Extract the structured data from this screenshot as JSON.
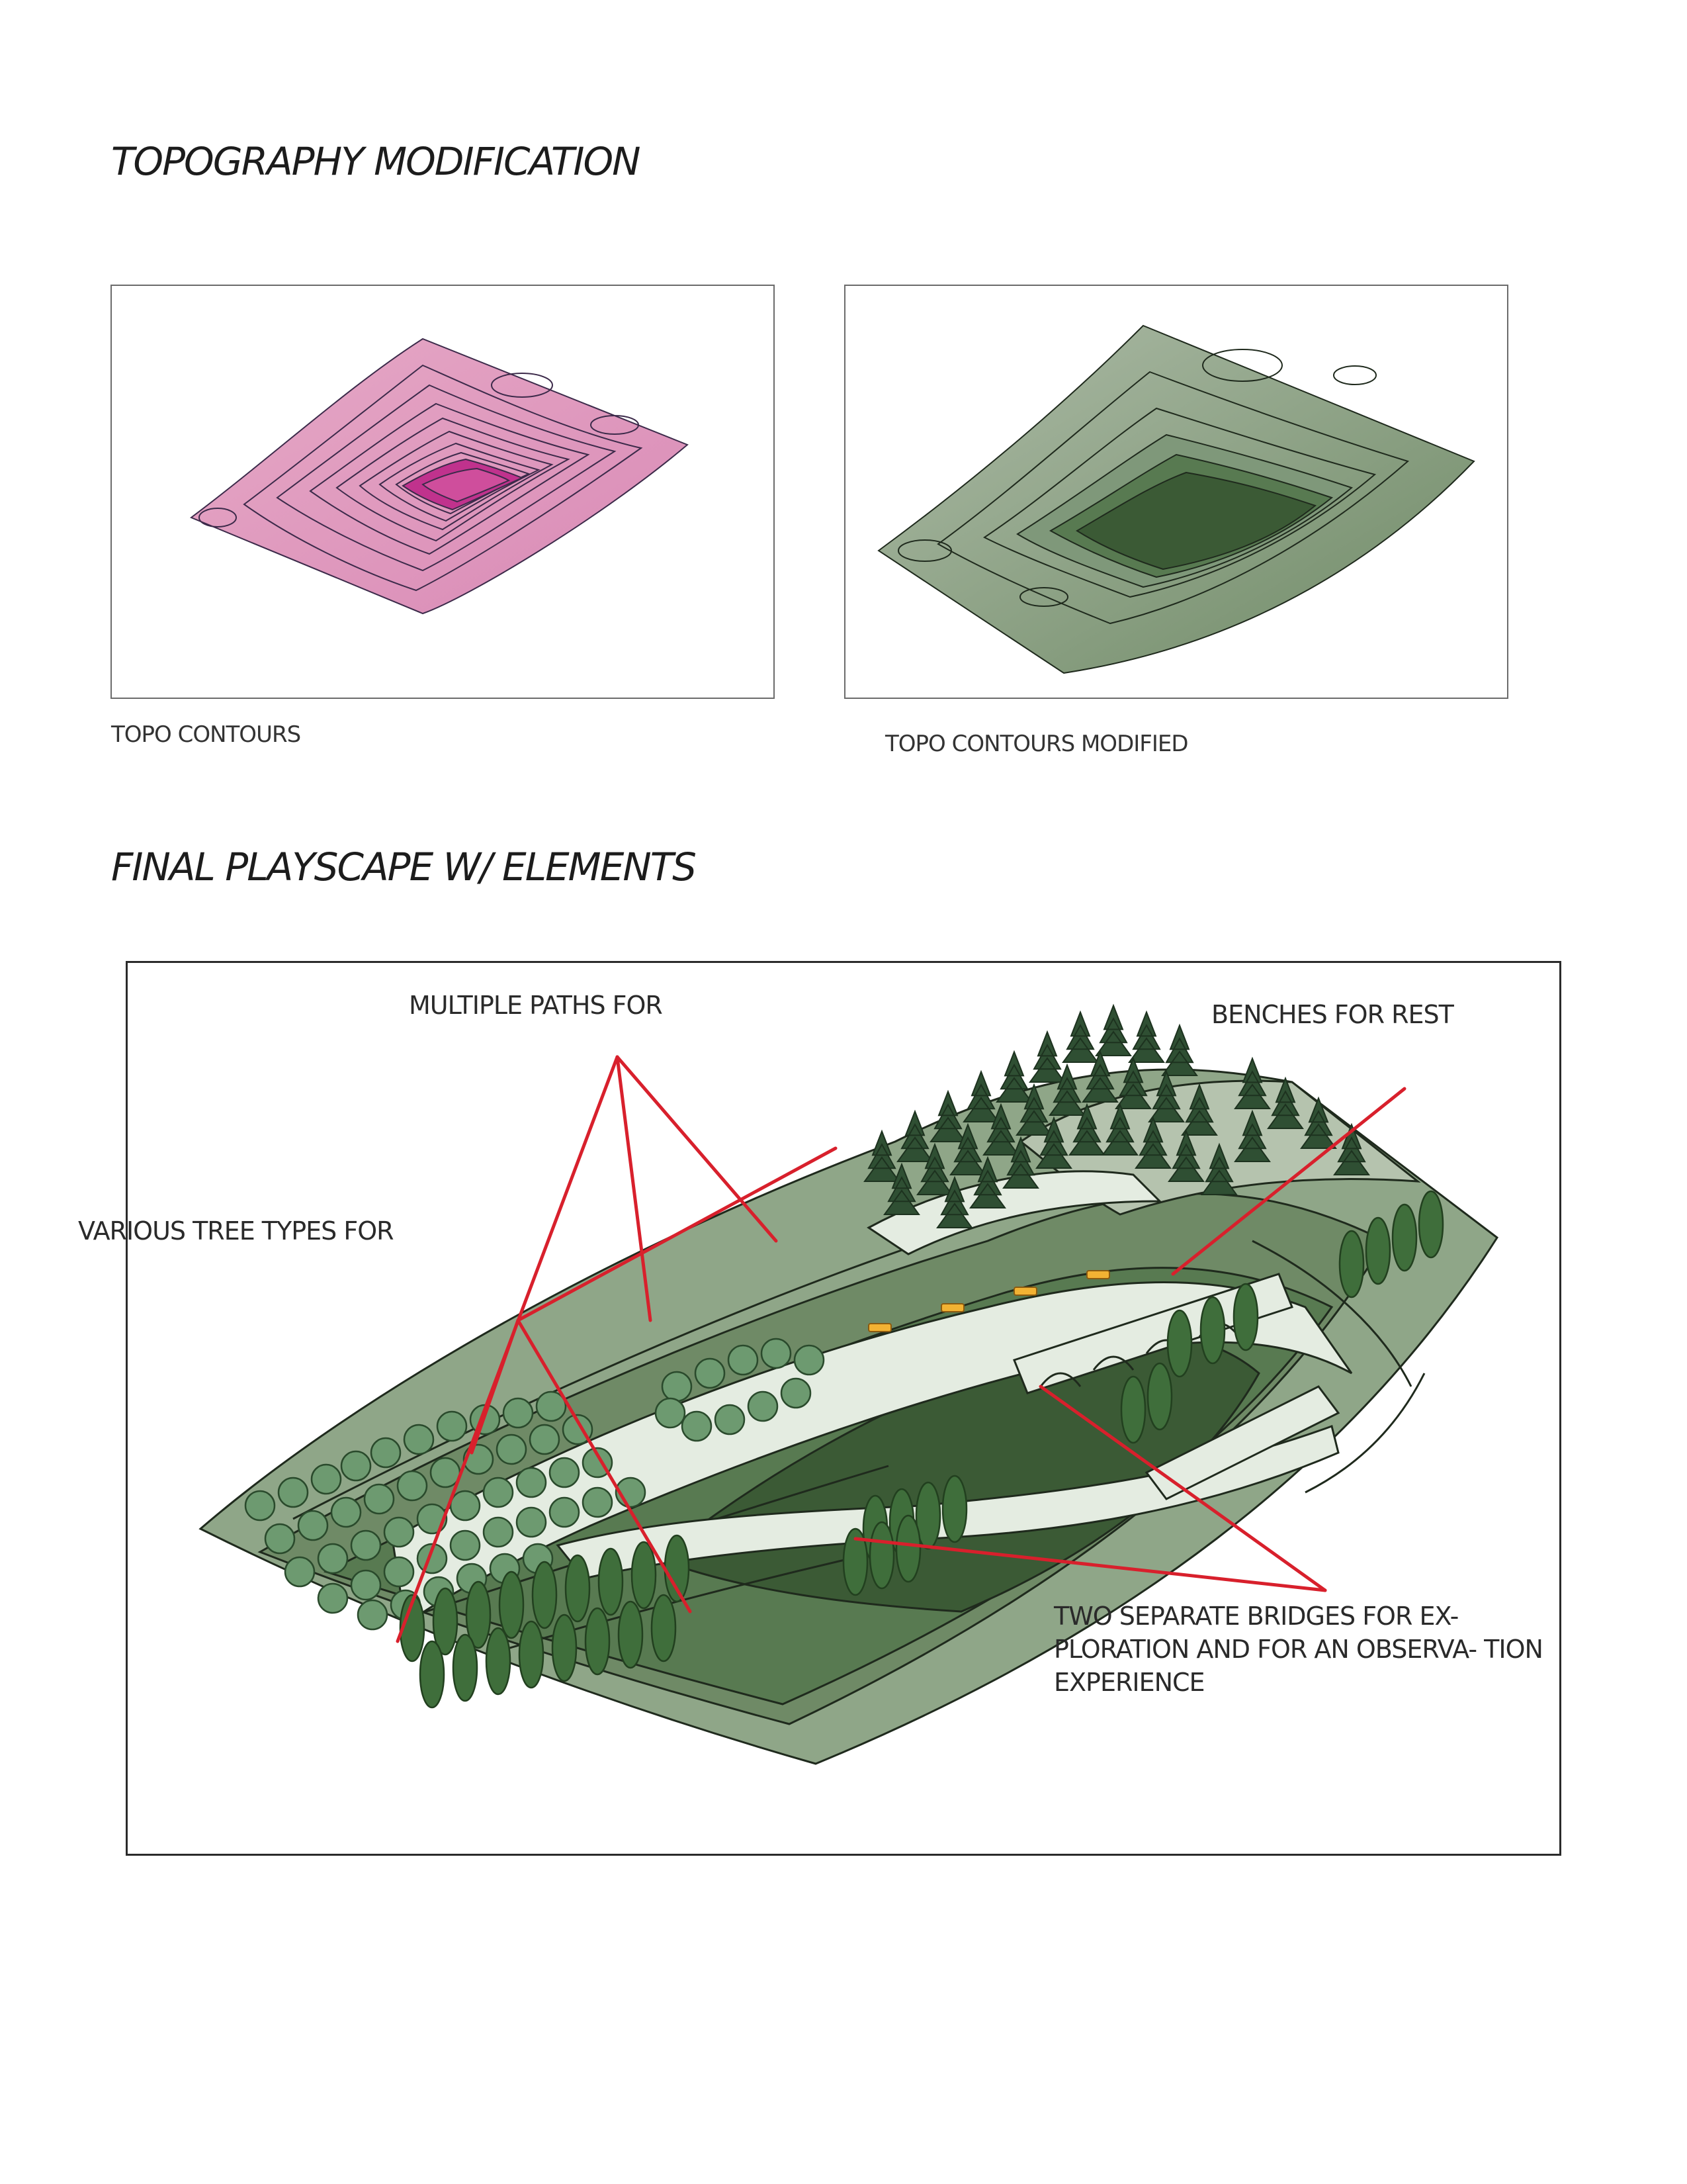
{
  "section1": {
    "title": "TOPOGRAPHY MODIFICATION",
    "panels": [
      {
        "caption": "TOPO CONTOURS",
        "palette": {
          "light": "#e9b2cd",
          "mid": "#d671a8",
          "dark": "#bf2e8c",
          "line": "#3c2a4a"
        }
      },
      {
        "caption": "TOPO CONTOURS MODIFIED",
        "palette": {
          "light": "#b4c2ae",
          "mid": "#6f8a66",
          "dark": "#3b5a35",
          "line": "#1f2a1d"
        }
      }
    ]
  },
  "section2": {
    "title": "FINAL PLAYSCAPE W/ ELEMENTS",
    "annotations": {
      "paths": "MULTIPLE PATHS FOR",
      "benches": "BENCHES FOR REST",
      "trees": "VARIOUS TREE TYPES FOR",
      "bridges": "TWO SEPARATE BRIDGES FOR EX- PLORATION AND FOR AN OBSERVA- TION EXPERIENCE"
    },
    "colors": {
      "leader": "#d8202c",
      "path": "#e4ece1",
      "conifer": "#2f4f33",
      "round_tree": "#6d9a70",
      "column_tree": "#3f6e3b",
      "bench": "#f2b233"
    }
  }
}
